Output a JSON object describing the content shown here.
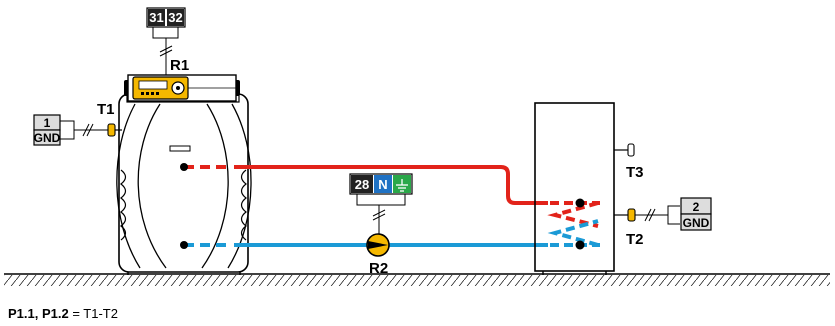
{
  "labels": {
    "r1": "R1",
    "r2": "R2",
    "t1": "T1",
    "t2": "T2",
    "t3": "T3"
  },
  "terminals": {
    "top_a": "31",
    "top_b": "32",
    "pump_num": "28",
    "pump_n": "N",
    "t1_num": "1",
    "t1_gnd": "GND",
    "t2_num": "2",
    "t2_gnd": "GND"
  },
  "caption": {
    "bold": "P1.1, P1.2",
    "rest": " = T1-T2"
  },
  "colors": {
    "hot": "#e2231a",
    "cold": "#1b9ad6",
    "sensor": "#f5b800",
    "controller": "#f5b800",
    "neutral_bg": "#1f72c4",
    "earth_bg": "#2aa84a"
  },
  "icons": [
    "earth-ground-icon",
    "pump-icon",
    "sensor-icon"
  ]
}
